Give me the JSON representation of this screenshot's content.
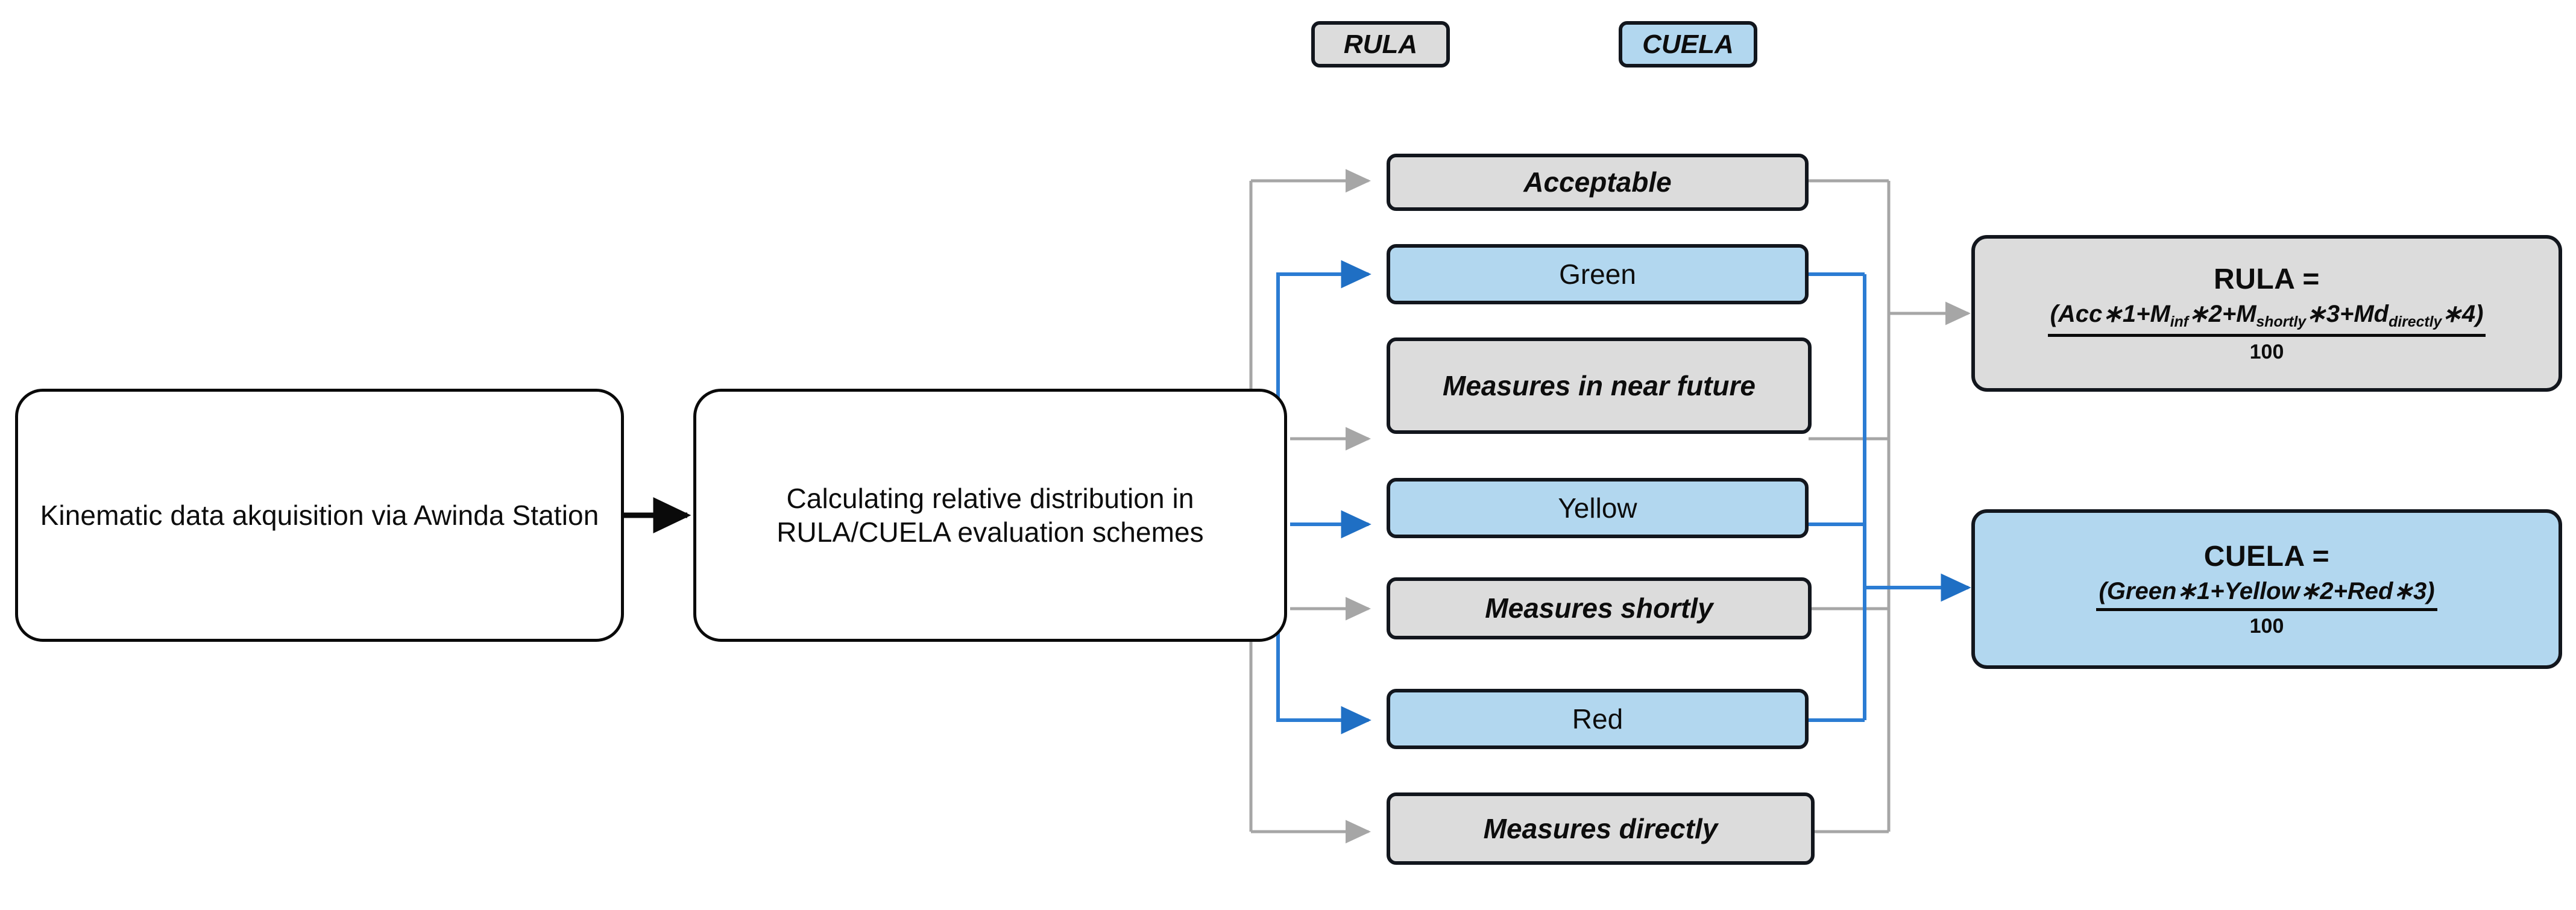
{
  "legend": {
    "items": [
      {
        "label": "RULA",
        "color": "#dcdcdc",
        "variant": "gray"
      },
      {
        "label": "CUELA",
        "color": "#b2d7ef",
        "variant": "blue"
      }
    ]
  },
  "flow": {
    "steps": [
      {
        "id": "acquisition",
        "label": "Kinematic data akquisition via Awinda Station"
      },
      {
        "id": "distribution",
        "label": "Calculating relative distribution in RULA/CUELA evaluation schemes"
      }
    ]
  },
  "categories": [
    {
      "id": "acceptable",
      "label": "Acceptable",
      "scheme": "RULA",
      "variant": "gray",
      "style": "italic"
    },
    {
      "id": "green",
      "label": "Green",
      "scheme": "CUELA",
      "variant": "blue",
      "style": "plain"
    },
    {
      "id": "measures-near",
      "label": "Measures in near future",
      "scheme": "RULA",
      "variant": "gray",
      "style": "italic"
    },
    {
      "id": "yellow",
      "label": "Yellow",
      "scheme": "CUELA",
      "variant": "blue",
      "style": "plain"
    },
    {
      "id": "measures-shortly",
      "label": "Measures shortly",
      "scheme": "RULA",
      "variant": "gray",
      "style": "italic"
    },
    {
      "id": "red",
      "label": "Red",
      "scheme": "CUELA",
      "variant": "blue",
      "style": "plain"
    },
    {
      "id": "measures-directly",
      "label": "Measures directly",
      "scheme": "RULA",
      "variant": "gray",
      "style": "italic"
    }
  ],
  "formulas": {
    "rula": {
      "head": "RULA =",
      "numerator_plain": "(Acc*1+M_inf*2+M_shortly*3+Md_directly*4)",
      "denominator": "100",
      "terms": [
        {
          "base": "(Acc",
          "sub": "",
          "tail": "∗1+"
        },
        {
          "base": "M",
          "sub": "inf",
          "tail": "∗2+"
        },
        {
          "base": "M",
          "sub": "shortly",
          "tail": "∗3+"
        },
        {
          "base": "Md",
          "sub": "directly",
          "tail": "∗4)"
        }
      ],
      "variant": "gray"
    },
    "cuela": {
      "head": "CUELA =",
      "numerator_plain": "(Green*1+Yellow*2+Red*3)",
      "denominator": "100",
      "variant": "blue"
    }
  },
  "colors": {
    "gray_fill": "#dcdcdc",
    "blue_fill": "#b2d7ef",
    "blue_wire": "#1f6fc4",
    "gray_wire": "#a6a6a6",
    "black_wire": "#0a0a0a",
    "border": "#12161d"
  }
}
